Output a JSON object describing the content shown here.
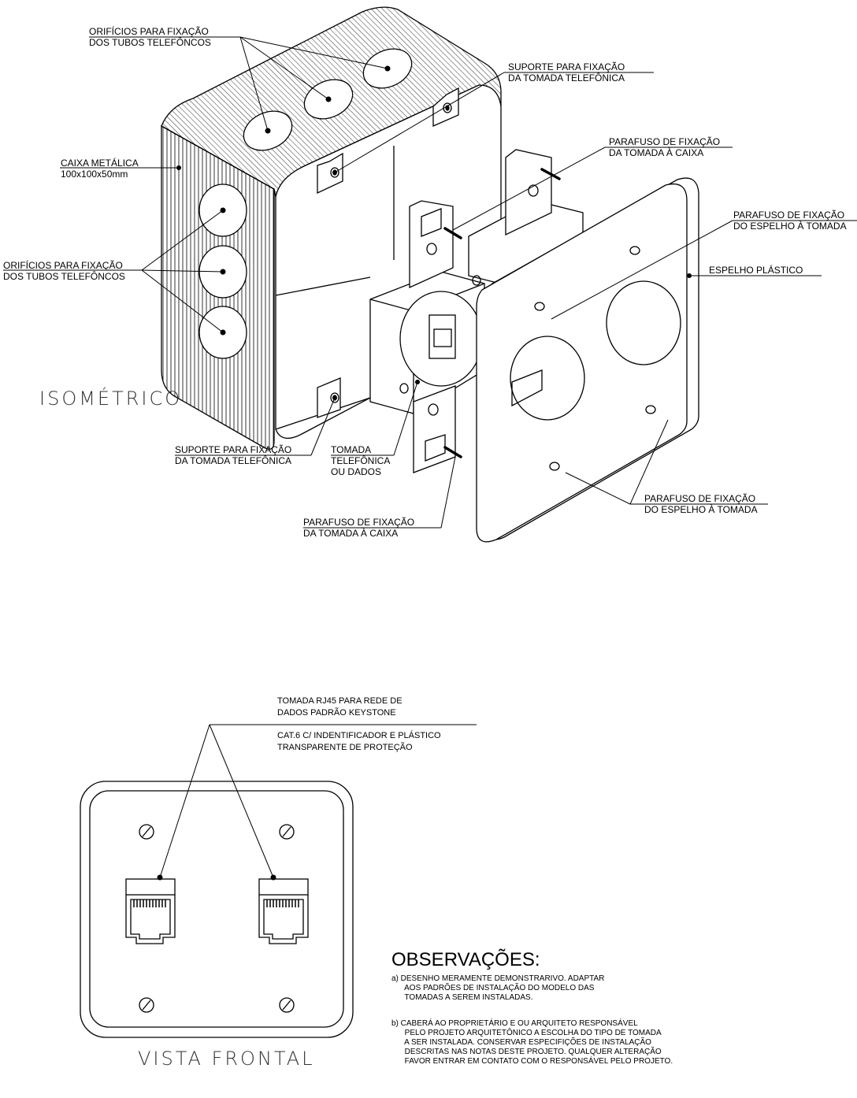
{
  "isometric": {
    "title": "ISOMÉTRICO",
    "labels": {
      "orificios_top_1": "ORIFÍCIOS PARA FIXAÇÃO",
      "orificios_top_2": "DOS TUBOS TELEFÔNCOS",
      "suporte_top_1": "SUPORTE PARA FIXAÇÃO",
      "suporte_top_2": "DA TOMADA TELEFÔNICA",
      "parafuso_caixa_top_1": "PARAFUSO DE FIXAÇÃO",
      "parafuso_caixa_top_2": "DA TOMADA À CAIXA",
      "parafuso_espelho_top_1": "PARAFUSO DE FIXAÇÃO",
      "parafuso_espelho_top_2": "DO ESPELHO À TOMADA",
      "espelho": "ESPELHO PLÁSTICO",
      "caixa_1": "CAIXA METÁLICA",
      "caixa_2": "100x100x50mm",
      "orificios_left_1": "ORIFÍCIOS PARA FIXAÇÃO",
      "orificios_left_2": "DOS TUBOS TELEFÔNCOS",
      "suporte_bottom_1": "SUPORTE PARA FIXAÇÃO",
      "suporte_bottom_2": "DA TOMADA TELEFÔNICA",
      "tomada_1": "TOMADA",
      "tomada_2": "TELEFÔNICA",
      "tomada_3": "OU DADOS",
      "parafuso_caixa_bottom_1": "PARAFUSO DE FIXAÇÃO",
      "parafuso_caixa_bottom_2": "DA TOMADA À CAIXA",
      "parafuso_espelho_bottom_1": "PARAFUSO DE FIXAÇÃO",
      "parafuso_espelho_bottom_2": "DO ESPELHO À TOMADA"
    }
  },
  "frontal": {
    "title": "VISTA FRONTAL",
    "labels": {
      "rj45_1": "TOMADA RJ45 PARA REDE DE",
      "rj45_2": "DADOS PADRÃO KEYSTONE",
      "rj45_3": "CAT.6 C/ INDENTIFICADOR E PLÁSTICO",
      "rj45_4": "TRANSPARENTE DE PROTEÇÃO"
    }
  },
  "observacoes": {
    "title": "OBSERVAÇÕES:",
    "a": "a) DESENHO MERAMENTE DEMONSTRARIVO. ADAPTAR\n      AOS PADRÕES DE INSTALAÇÃO DO MODELO DAS\n      TOMADAS A SEREM INSTALADAS.",
    "b": "b) CABERÁ AO PROPRIETÁRIO E OU ARQUITETO RESPONSÁVEL\n      PELO PROJETO ARQUITETÔNICO A ESCOLHA DO TIPO DE TOMADA\n      A SER INSTALADA. CONSERVAR ESPECIFIÇÕES DE INSTALAÇÃO\n      DESCRITAS NAS NOTAS DESTE PROJETO. QUALQUER ALTERAÇÃO\n      FAVOR ENTRAR EM CONTATO COM O RESPONSÁVEL PELO PROJETO."
  }
}
